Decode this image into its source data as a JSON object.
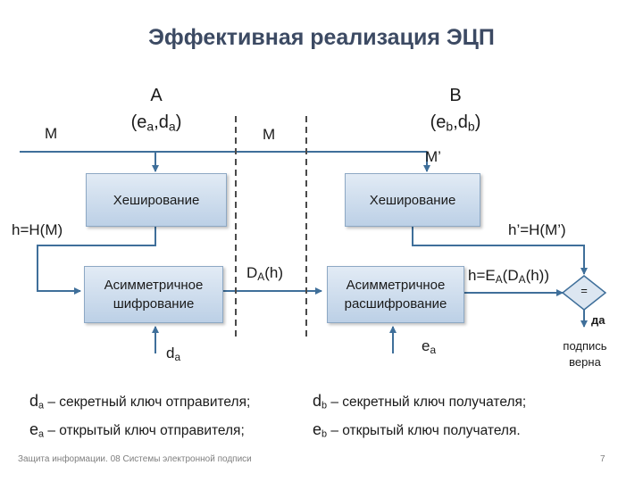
{
  "title": "Эффективная реализация ЭЦП",
  "party_a": {
    "name": "A",
    "keys_open": "(e",
    "sub1": "a",
    "mid": ",d",
    "sub2": "a",
    "close": ")"
  },
  "party_b": {
    "name": "B",
    "keys_open": "(e",
    "sub1": "b",
    "mid": ",d",
    "sub2": "b",
    "close": ")"
  },
  "labels": {
    "m_left": "M",
    "m_middle": "M",
    "m_prime": "M’",
    "h_left": "h=H(M)",
    "h_right": "h’=H(M’)",
    "signature_main": "D",
    "signature_sub": "A",
    "signature_tail": "(h)",
    "decrypt_result": {
      "p1": "h=E",
      "s1": "A",
      "p2": "(D",
      "s2": "A",
      "p3": "(h))"
    },
    "key_da": {
      "main": "d",
      "sub": "a"
    },
    "key_ea": {
      "main": "e",
      "sub": "a"
    },
    "compare_symbol": "=",
    "yes": "да",
    "signature_valid": "подпись верна"
  },
  "boxes": {
    "hash_a": "Хеширование",
    "encrypt_a": "Асимметричное шифрование",
    "hash_b": "Хеширование",
    "decrypt_b": "Асимметричное расшифрование"
  },
  "legend": [
    {
      "key": "d",
      "sub": "a",
      "text": " – секретный ключ отправителя;"
    },
    {
      "key": "e",
      "sub": "a",
      "text": " – открытый ключ отправителя;"
    },
    {
      "key": "d",
      "sub": "b",
      "text": " – секретный ключ получателя;"
    },
    {
      "key": "e",
      "sub": "b",
      "text": " – открытый ключ получателя."
    }
  ],
  "footer": {
    "text": "Защита информации. 08 Системы электронной подписи",
    "page": "7"
  },
  "colors": {
    "line": "#3f6f9a",
    "title": "#3c4a63",
    "box_top": "#e2ebf5",
    "box_bottom": "#bcd0e6"
  }
}
